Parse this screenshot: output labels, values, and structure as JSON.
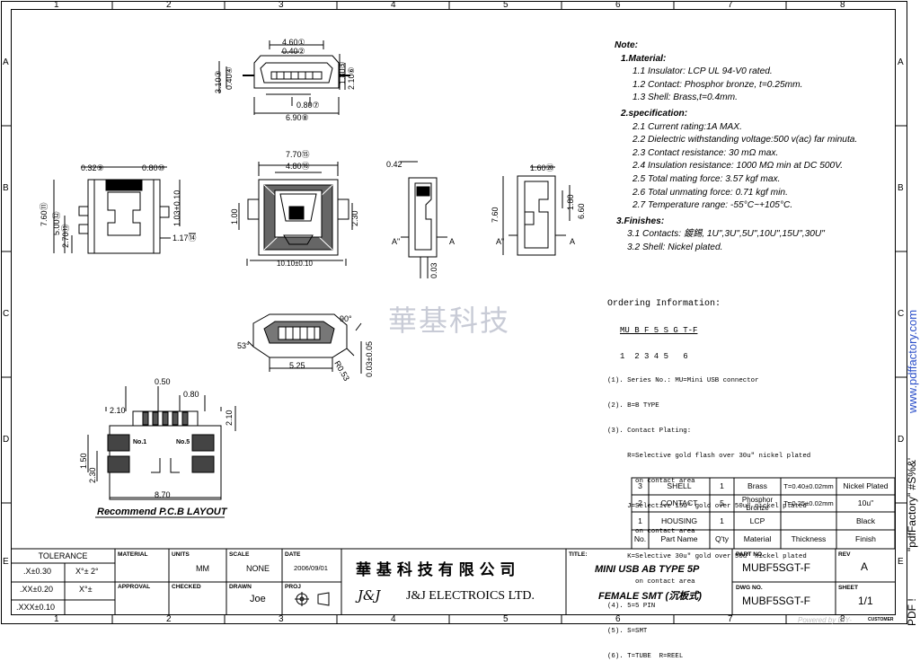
{
  "grid": {
    "columns": [
      "1",
      "2",
      "3",
      "4",
      "5",
      "6",
      "7",
      "8"
    ],
    "rows": [
      "A",
      "B",
      "C",
      "D",
      "E"
    ]
  },
  "notes": {
    "title": "Note:",
    "material_title": "1.Material:",
    "material": [
      "1.1 Insulator: LCP UL 94-V0 rated.",
      "1.2 Contact: Phosphor bronze, t=0.25mm.",
      "1.3 Shell: Brass,t=0.4mm."
    ],
    "spec_title": "2.specification:",
    "spec": [
      "2.1 Current rating:1A  MAX.",
      "2.2 Dielectric withstanding voltage:500 v(ac) far minuta.",
      "2.3 Contact resistance: 30 mΩ max.",
      "2.4 Insulation resistance: 1000 MΩ  min at DC 500V.",
      "2.5 Total mating force: 3.57 kgf max.",
      "2.6 Total unmating force: 0.71 kgf min.",
      "2.7 Temperature range: -55°C~+105°C."
    ],
    "finish_title": "3.Finishes:",
    "finish": [
      "3.1 Contacts: 鍍錫, 1U\",3U\",5U\",10U\",15U\",30U\"",
      "3.2 Shell: Nickel  plated."
    ]
  },
  "ordering": {
    "title": "Ordering Information:",
    "code": "MU B F 5 S G T-F",
    "digits": "1  2 3 4 5   6",
    "lines": [
      "(1). Series No.: MU=Mini USB connector",
      "(2). B=B TYPE",
      "(3). Contact Plating:",
      "     R=Selective gold flash over 30u\" nickel plated",
      "       on contact area",
      "     J=Selective 15u\" gold over 50u\" nickel plated",
      "       on contact area",
      "     K=Selective 30u\" gold over 50u\" nickel plated",
      "       on contact area",
      "(4). 5=5 PIN",
      "(5). S=SMT",
      "(6). T=TUBE  R=REEL"
    ]
  },
  "watermark": "華基科技",
  "pcb_label": "Recommend  P.C.B  LAYOUT",
  "pad_labels": [
    "No.1",
    "No.5"
  ],
  "dims": {
    "front": [
      "4.60①",
      "0.40②",
      "3.10③",
      "0.40④",
      "1.80⑤",
      "2.10⑥",
      "0.80⑦",
      "6.90⑧"
    ],
    "side": [
      "0.32⑨",
      "0.80⑩",
      "7.60⑪",
      "5.00⑫",
      "2.70⑬",
      "1.03+0.10",
      "1.17⑭"
    ],
    "top": [
      "7.70⑮",
      "4.80⑯",
      "1.00",
      "2.30",
      "10.10±0.10"
    ],
    "sect": [
      "0.42",
      "0.03",
      "A\"",
      "A"
    ],
    "sect2": [
      "1.60⑳",
      "7.60",
      "1.80",
      "6.60",
      "A\"",
      "A"
    ],
    "iso": [
      "90°",
      "53°",
      "5.25",
      "R0.53",
      "0.03±0.05"
    ],
    "pcb": [
      "0.50",
      "0.80",
      "2.10",
      "2.10",
      "1.50",
      "2.30",
      "8.70"
    ]
  },
  "bom": {
    "rows": [
      {
        "no": "3",
        "part": "SHELL",
        "qty": "1",
        "material": "Brass",
        "thickness": "T=0.40±0.02mm",
        "finish": "Nickel Plated"
      },
      {
        "no": "2",
        "part": "CONTACT",
        "qty": "5",
        "material": "Phosphor Bronze",
        "thickness": "T=0.25±0.02mm",
        "finish": "10u\""
      },
      {
        "no": "1",
        "part": "HOUSING",
        "qty": "1",
        "material": "LCP",
        "thickness": "",
        "finish": "Black"
      }
    ],
    "header": {
      "no": "No.",
      "part": "Part Name",
      "qty": "Q'ty",
      "material": "Material",
      "thickness": "Thickness",
      "finish": "Finish"
    }
  },
  "title_block": {
    "tolerance_label": "TOLERANCE",
    "tol": [
      ".X±0.30",
      "X°± 2°",
      ".XX±0.20",
      "X°±",
      ".XXX±0.10"
    ],
    "material_label": "MATERIAL",
    "units_label": "UNITS",
    "units": "MM",
    "scale_label": "SCALE",
    "scale": "NONE",
    "date_label": "DATE",
    "date": "2006/09/01",
    "approval_label": "APPROVAL",
    "checked_label": "CHECKED",
    "drawn_label": "DRAWN",
    "drawn": "Joe",
    "proj_label": "PROJ",
    "company_cn": "華 基 科 技 有 限 公 司",
    "company_logo": "J&J",
    "company_en": "J&J  ELECTROICS  LTD.",
    "title_label": "TITLE:",
    "title1": "MINI USB AB TYPE 5P",
    "title2": "FEMALE SMT (沉板式)",
    "part_no_label": "PART NO.",
    "part_no": "MUBF5SGT-F",
    "rev_label": "REV",
    "rev": "A",
    "dwg_no_label": "DWG NO.",
    "dwg_no": "MUBF5SGT-F",
    "sheet_label": "SHEET",
    "sheet": "1/1",
    "customer": "CUSTOMER"
  },
  "side_text": {
    "url": "www.pdffactory.com",
    "brand": "\"pdfFactory\" #S%&'",
    "pdf": "PDF  !",
    "powered": "Powered by DIY-"
  },
  "colors": {
    "watermark": "#c8cbd6",
    "url": "#2b4fc9"
  }
}
